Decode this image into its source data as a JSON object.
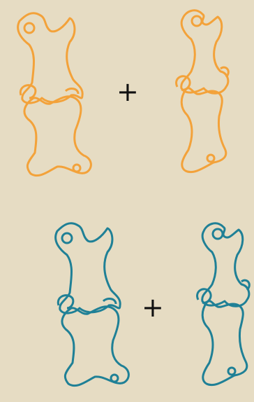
{
  "puzzle": {
    "operator": "+",
    "colors": {
      "background": "#e6dcc3",
      "top_pair": "#f3a23a",
      "bottom_pair": "#1f8096",
      "operator": "#111111"
    },
    "rows": [
      {
        "name": "top-row",
        "color": "#f3a23a",
        "pieces": [
          "orange-bone-shape-left",
          "orange-bone-shape-right"
        ]
      },
      {
        "name": "bottom-row",
        "color": "#1f8096",
        "pieces": [
          "teal-bone-shape-left",
          "teal-bone-shape-right"
        ]
      }
    ]
  }
}
